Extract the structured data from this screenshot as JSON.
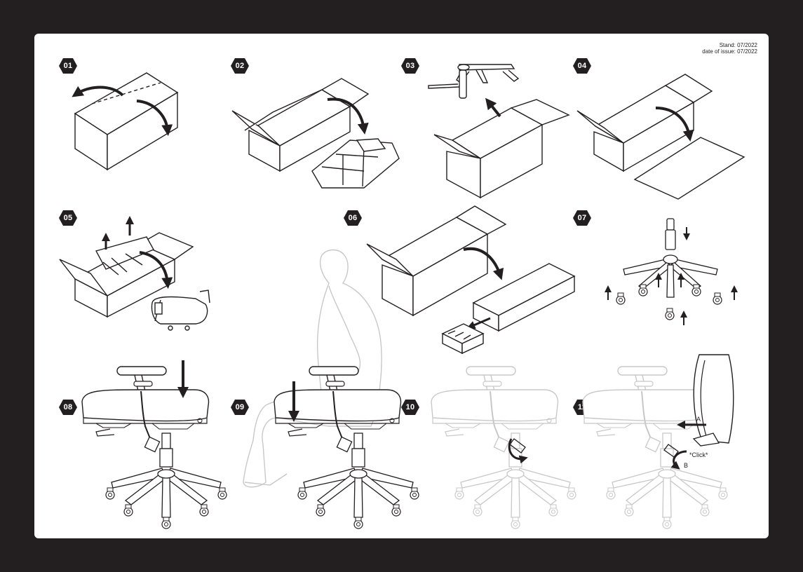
{
  "meta": {
    "stand": "Stand: 07/2022",
    "issue": "date of issue: 07/2022"
  },
  "steps": [
    {
      "number": "01"
    },
    {
      "number": "02"
    },
    {
      "number": "03"
    },
    {
      "number": "04"
    },
    {
      "number": "05"
    },
    {
      "number": "06"
    },
    {
      "number": "07"
    },
    {
      "number": "08"
    },
    {
      "number": "09"
    },
    {
      "number": "10"
    },
    {
      "number": "11"
    }
  ],
  "annotations": {
    "label_a": "A",
    "label_b": "B",
    "click": "*Click*"
  },
  "colors": {
    "frame": "#231f20",
    "sheet": "#ffffff",
    "ink": "#231f20",
    "faded_ink": "#c8c8c8"
  }
}
